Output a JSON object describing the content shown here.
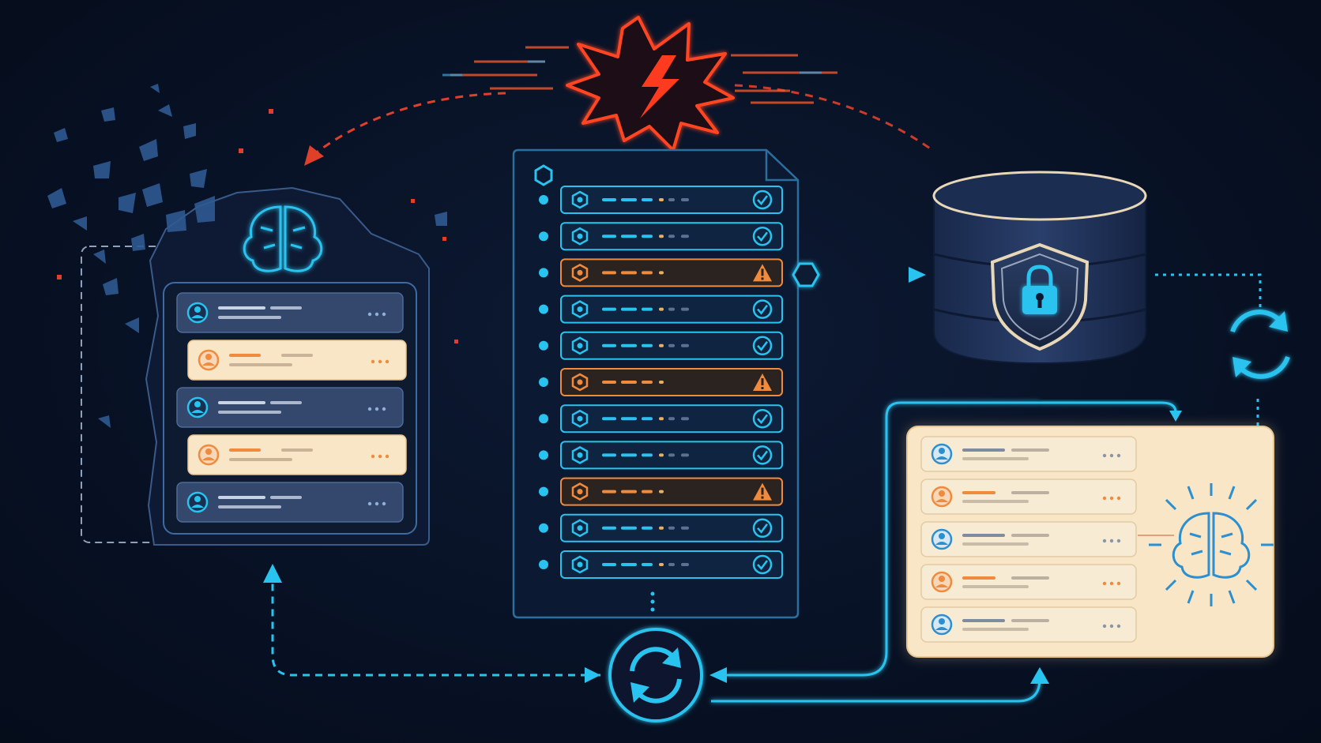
{
  "colors": {
    "background": "#081226",
    "accent_cyan": "#29c3f0",
    "alert_red": "#ff3b1f",
    "warning_orange": "#f08a3c",
    "panel_navy": "#1b2a48",
    "panel_cream": "#f8e6c6",
    "database_navy": "#1c2d52"
  },
  "icons": {
    "alert": "lightning-burst-icon",
    "memory": "brain-circuit-icon",
    "security": "shield-lock-icon",
    "sync": "refresh-cycle-icon",
    "ok": "check-circle-icon",
    "warn": "warning-triangle-icon",
    "user": "user-avatar-icon",
    "node": "hexagon-node-icon"
  },
  "left_panel": {
    "state": "fragmenting",
    "cards": [
      {
        "style": "navy"
      },
      {
        "style": "cream"
      },
      {
        "style": "navy"
      },
      {
        "style": "cream"
      },
      {
        "style": "navy"
      }
    ]
  },
  "checklist": {
    "rows": [
      {
        "status": "ok"
      },
      {
        "status": "ok"
      },
      {
        "status": "warn"
      },
      {
        "status": "ok"
      },
      {
        "status": "ok"
      },
      {
        "status": "warn"
      },
      {
        "status": "ok"
      },
      {
        "status": "ok"
      },
      {
        "status": "warn"
      },
      {
        "status": "ok"
      },
      {
        "status": "ok"
      }
    ]
  },
  "right_panel": {
    "cards": [
      {
        "style": "blue"
      },
      {
        "style": "orange"
      },
      {
        "style": "blue"
      },
      {
        "style": "orange"
      },
      {
        "style": "blue"
      }
    ]
  }
}
